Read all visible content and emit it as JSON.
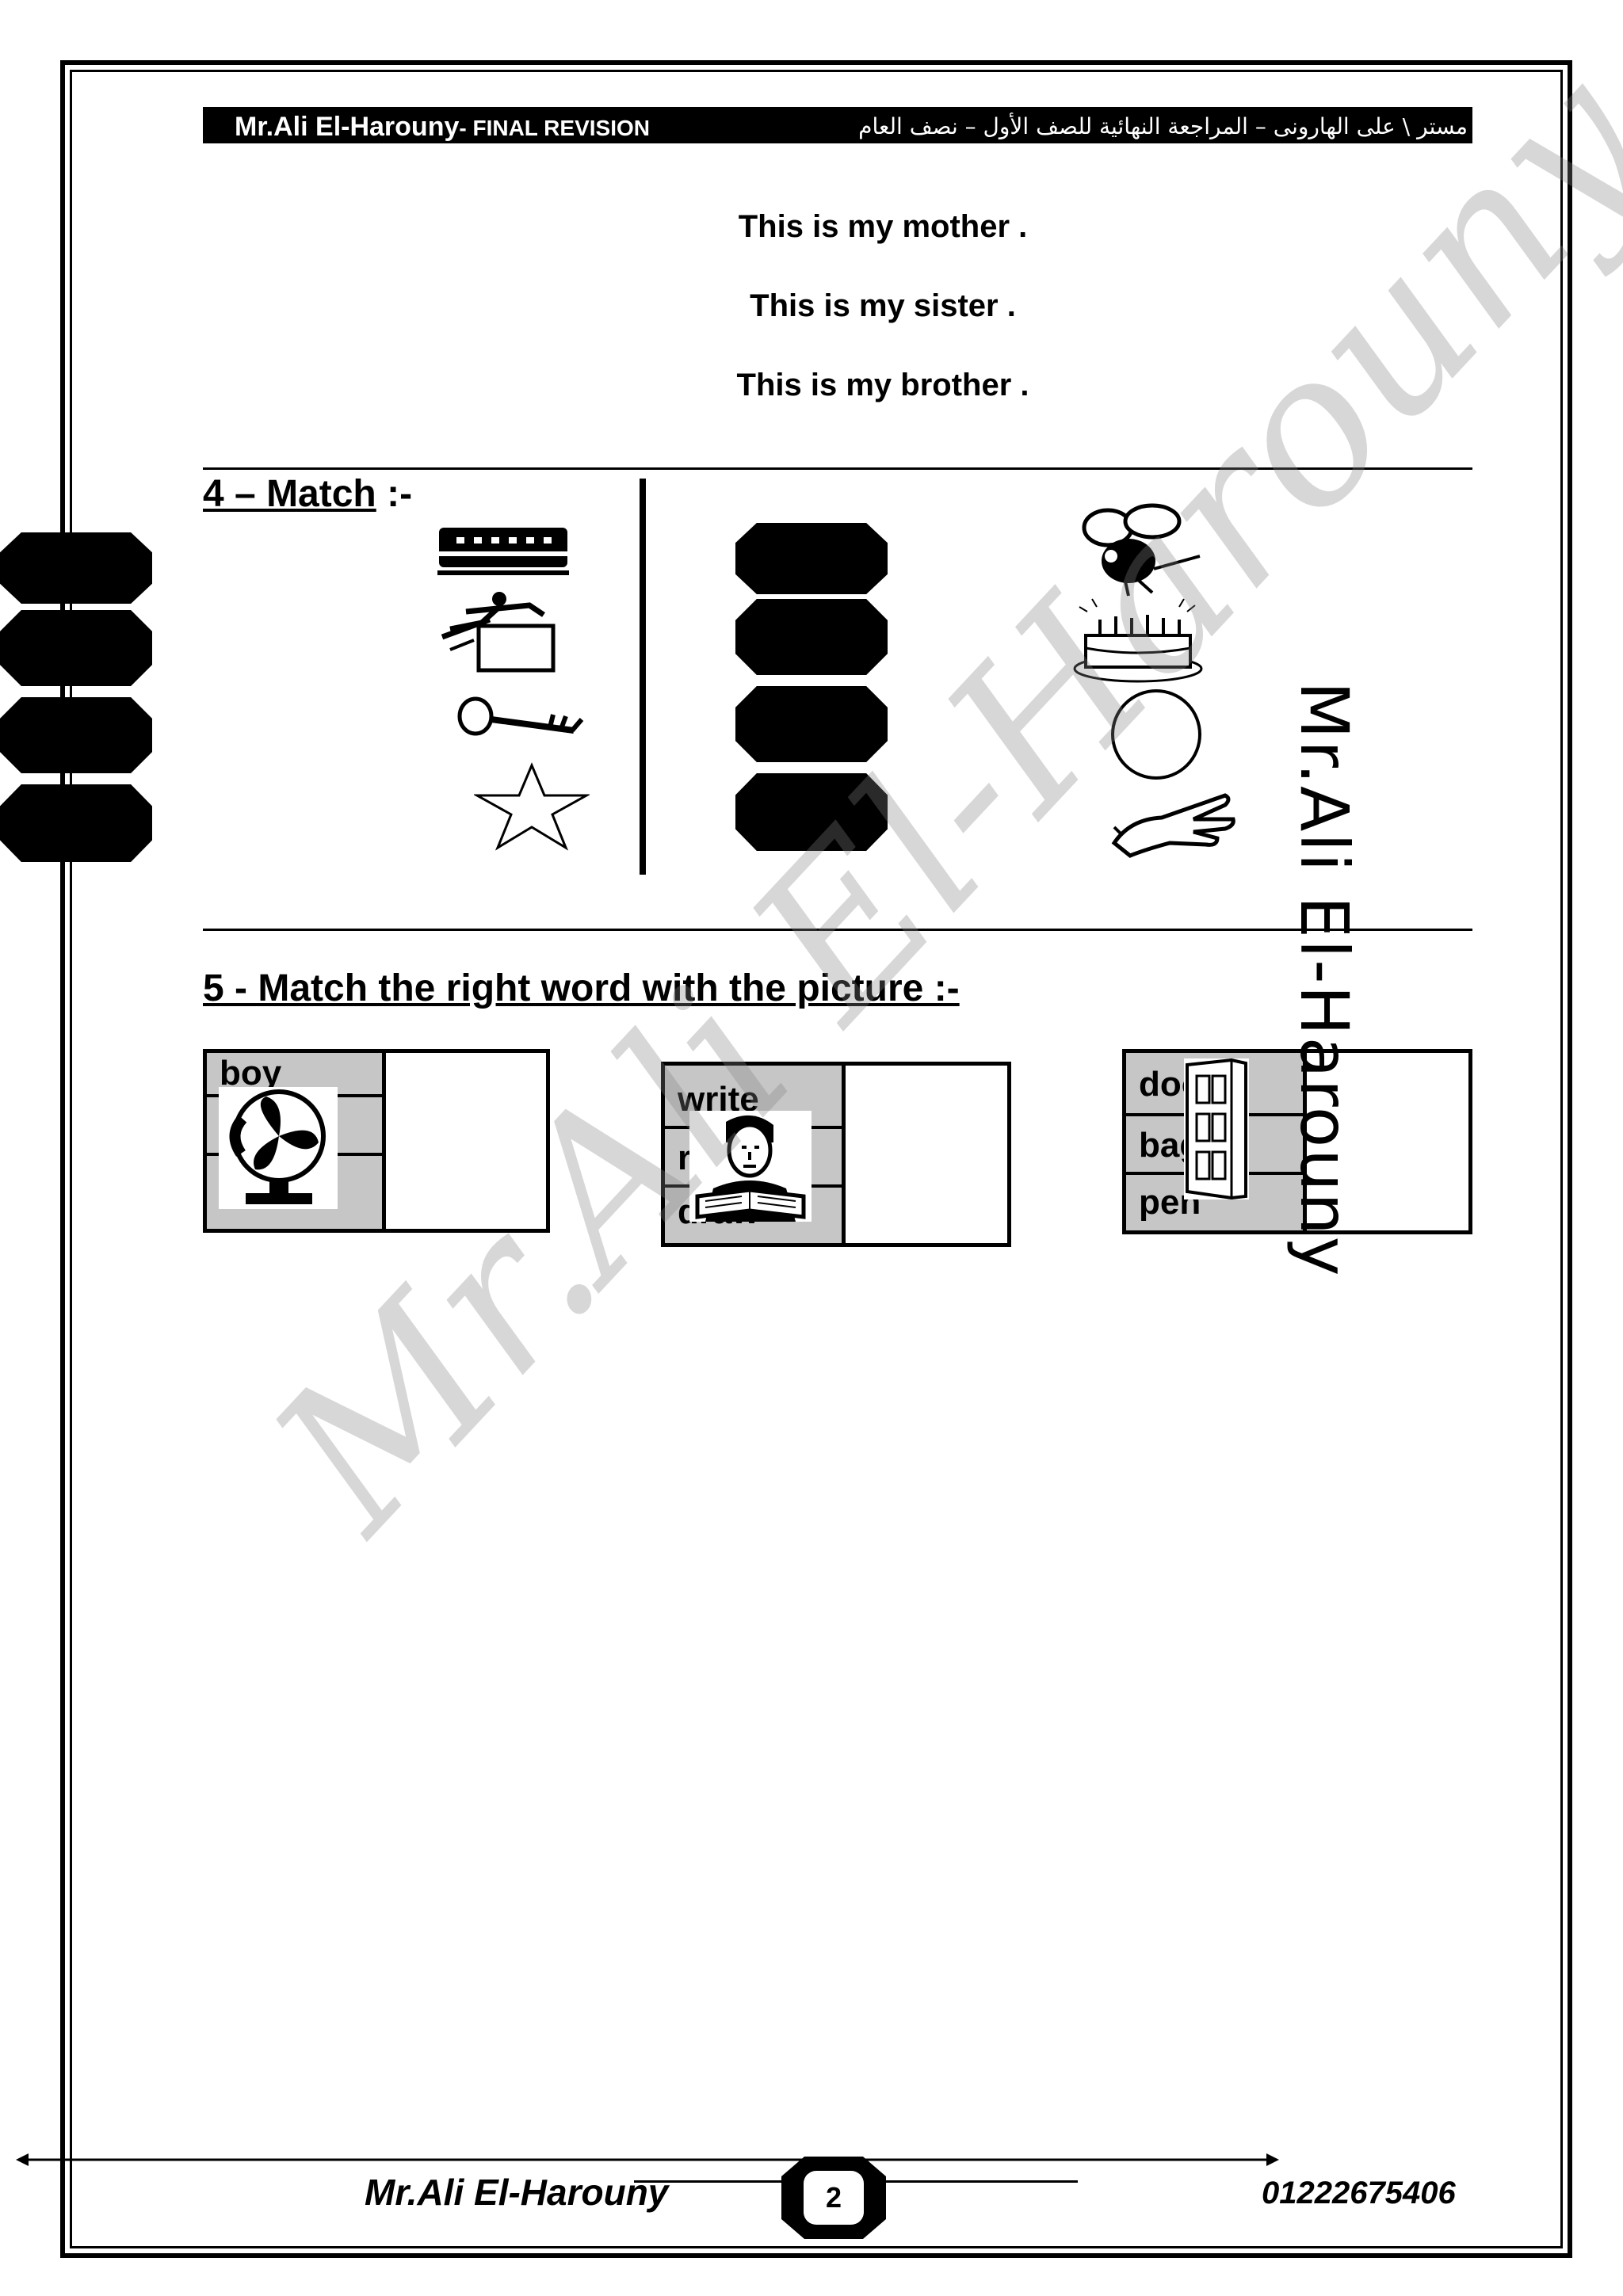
{
  "header": {
    "author": "Mr.Ali El-Harouny",
    "subtitle": "- FINAL REVISION",
    "arabic": "مستر \\ على الهارونى – المراجعة النهائية للصف الأول – نصف العام"
  },
  "sentences": [
    "This is my mother .",
    "This is my sister .",
    "This is my brother ."
  ],
  "section4": {
    "number": "4 – Match",
    "suffix": " :-",
    "left_pictures": [
      "bus-icon",
      "jumping-man-icon",
      "key-icon",
      "star-icon"
    ],
    "right_pictures": [
      "fly-icon",
      "birthday-cake-icon",
      "circle-icon",
      "hand-icon"
    ]
  },
  "section5": {
    "title": "5 -  Match the right word with the picture :- ",
    "groups": [
      {
        "words": [
          "boy",
          "",
          "fan"
        ],
        "picture": "fan-icon"
      },
      {
        "words": [
          "write",
          "read",
          "draw"
        ],
        "picture": "reading-man-icon"
      },
      {
        "words": [
          "door",
          "bag",
          "pen"
        ],
        "picture": "door-icon"
      }
    ]
  },
  "watermark": {
    "diagonal": "Mr.Ali El-Harouny",
    "vertical": "Mr.Ali El-Harouny"
  },
  "footer": {
    "name": "Mr.Ali El-Harouny",
    "page": "2",
    "phone": "01222675406"
  }
}
